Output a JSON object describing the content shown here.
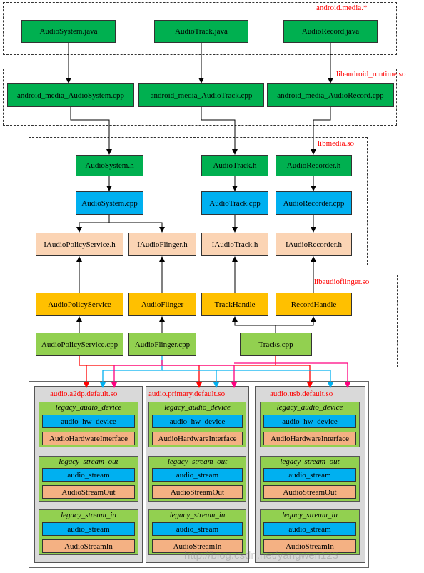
{
  "layers": {
    "android_media": {
      "label": "android.media.*",
      "boxes": [
        "AudioSystem.java",
        "AudioTrack.java",
        "AudioRecord.java"
      ]
    },
    "libandroid_runtime": {
      "label": "libandroid_runtime.so",
      "boxes": [
        "android_media_AudioSystem.cpp",
        "android_media_AudioTrack.cpp",
        "android_media_AudioRecord.cpp"
      ]
    },
    "libmedia": {
      "label": "libmedia.so",
      "headers": [
        "AudioSystem.h",
        "AudioTrack.h",
        "AudioRecorder.h"
      ],
      "cpps": [
        "AudioSystem.cpp",
        "AudioTrack.cpp",
        "AudioRecorder.cpp"
      ],
      "interfaces": [
        "IAudioPolicyService.h",
        "IAudioFlinger.h",
        "IAudioTrack.h",
        "IAudioRecorder.h"
      ]
    },
    "libaudioflinger": {
      "label": "libaudioflinger.so",
      "services": [
        "AudioPolicyService",
        "AudioFlinger",
        "TrackHandle",
        "RecordHandle"
      ],
      "cpps": [
        "AudioPolicyService.cpp",
        "AudioFlinger.cpp",
        "Tracks.cpp"
      ]
    }
  },
  "hal_modules": [
    {
      "title": "audio.a2dp.default.so",
      "groups": [
        {
          "title": "legacy_audio_device",
          "items": [
            "audio_hw_device",
            "AudioHardwareInterface"
          ]
        },
        {
          "title": "legacy_stream_out",
          "items": [
            "audio_stream",
            "AudioStreamOut"
          ]
        },
        {
          "title": "legacy_stream_in",
          "items": [
            "audio_stream",
            "AudioStreamIn"
          ]
        }
      ]
    },
    {
      "title": "audio.primary.default.so",
      "groups": [
        {
          "title": "legacy_audio_device",
          "items": [
            "audio_hw_device",
            "AudioHardwareInterface"
          ]
        },
        {
          "title": "legacy_stream_out",
          "items": [
            "audio_stream",
            "AudioStreamOut"
          ]
        },
        {
          "title": "legacy_stream_in",
          "items": [
            "audio_stream",
            "AudioStreamIn"
          ]
        }
      ]
    },
    {
      "title": "audio.usb.default.so",
      "groups": [
        {
          "title": "legacy_audio_device",
          "items": [
            "audio_hw_device",
            "AudioHardwareInterface"
          ]
        },
        {
          "title": "legacy_stream_out",
          "items": [
            "audio_stream",
            "AudioStreamOut"
          ]
        },
        {
          "title": "legacy_stream_in",
          "items": [
            "audio_stream",
            "AudioStreamIn"
          ]
        }
      ]
    }
  ],
  "watermark": "http://blog.csdn.net/yangwen123",
  "colors": {
    "java_box": "#00b050",
    "cpp_box": "#00b0f0",
    "interface_box": "#fbd4b4",
    "service_box": "#ffc000",
    "impl_box": "#92d050",
    "hal_item": "#f4b183",
    "arrow_red": "#ff0000",
    "arrow_blue": "#00b0f0",
    "arrow_pink": "#ff0080",
    "layer_label": "#ff0000"
  }
}
